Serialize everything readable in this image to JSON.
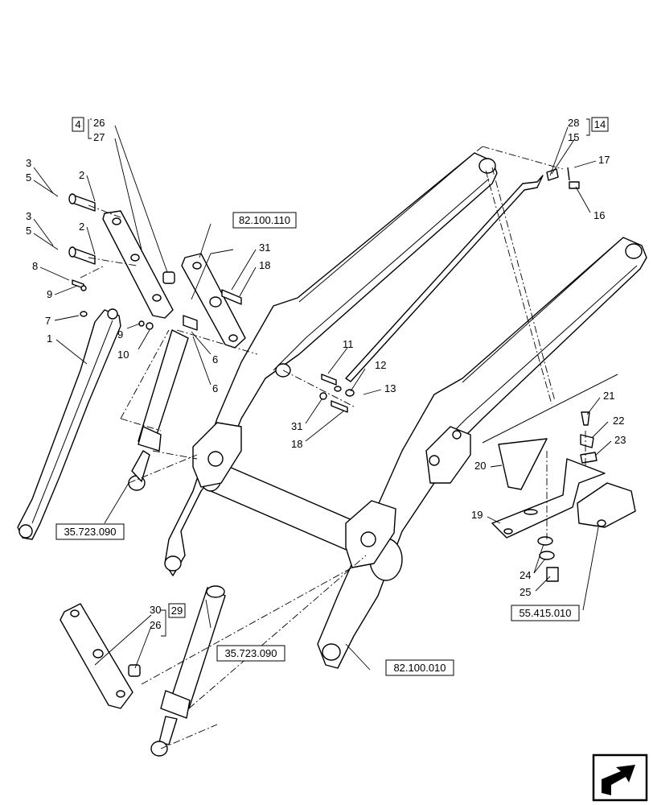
{
  "callouts": [
    {
      "id": "c4",
      "text": "4"
    },
    {
      "id": "c26a",
      "text": "26"
    },
    {
      "id": "c27",
      "text": "27"
    },
    {
      "id": "c3a",
      "text": "3"
    },
    {
      "id": "c5a",
      "text": "5"
    },
    {
      "id": "c2a",
      "text": "2"
    },
    {
      "id": "c3b",
      "text": "3"
    },
    {
      "id": "c5b",
      "text": "5"
    },
    {
      "id": "c2b",
      "text": "2"
    },
    {
      "id": "c8",
      "text": "8"
    },
    {
      "id": "c9a",
      "text": "9"
    },
    {
      "id": "c7",
      "text": "7"
    },
    {
      "id": "c1",
      "text": "1"
    },
    {
      "id": "c9b",
      "text": "9"
    },
    {
      "id": "c10",
      "text": "10"
    },
    {
      "id": "c6a",
      "text": "6"
    },
    {
      "id": "c6b",
      "text": "6"
    },
    {
      "id": "c31a",
      "text": "31"
    },
    {
      "id": "c18a",
      "text": "18"
    },
    {
      "id": "c11",
      "text": "11"
    },
    {
      "id": "c12",
      "text": "12"
    },
    {
      "id": "c13",
      "text": "13"
    },
    {
      "id": "c31b",
      "text": "31"
    },
    {
      "id": "c18b",
      "text": "18"
    },
    {
      "id": "c28",
      "text": "28"
    },
    {
      "id": "c14",
      "text": "14"
    },
    {
      "id": "c15",
      "text": "15"
    },
    {
      "id": "c17",
      "text": "17"
    },
    {
      "id": "c16",
      "text": "16"
    },
    {
      "id": "c21",
      "text": "21"
    },
    {
      "id": "c22",
      "text": "22"
    },
    {
      "id": "c23",
      "text": "23"
    },
    {
      "id": "c20",
      "text": "20"
    },
    {
      "id": "c19",
      "text": "19"
    },
    {
      "id": "c24",
      "text": "24"
    },
    {
      "id": "c25",
      "text": "25"
    },
    {
      "id": "c30",
      "text": "30"
    },
    {
      "id": "c29",
      "text": "29"
    },
    {
      "id": "c26b",
      "text": "26"
    }
  ],
  "references": {
    "ref_82_100_110": "82.100.110",
    "ref_35_723_090_a": "35.723.090",
    "ref_35_723_090_b": "35.723.090",
    "ref_82_100_010": "82.100.010",
    "ref_55_415_010": "55.415.010"
  },
  "nav_icon": "next-page-arrow-icon"
}
